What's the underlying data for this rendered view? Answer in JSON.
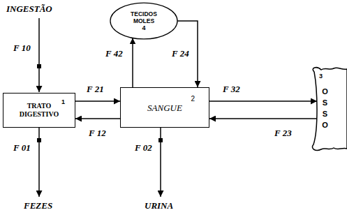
{
  "diagram": {
    "nodes": [
      {
        "text": [
          "TECIDOS MOLES",
          "4"
        ]
      },
      {
        "text": [
          "TRATO DIGESTIVO",
          "1"
        ]
      },
      {
        "text": [
          "SANGUE",
          "2"
        ]
      },
      {
        "text": [
          "3",
          "OSSO"
        ]
      }
    ],
    "edges": [
      {
        "from": 1,
        "to": 2,
        "arrow": "to",
        "label": "F 21"
      },
      {
        "from": 2,
        "to": 1,
        "arrow": "to",
        "label": "F 12"
      },
      {
        "from": 2,
        "to": 0,
        "arrow": "to",
        "label": "F 42"
      },
      {
        "from": 0,
        "to": 2,
        "arrow": "to",
        "label": "F 24"
      },
      {
        "from": 2,
        "to": 3,
        "arrow": "to",
        "label": "F 32"
      },
      {
        "from": 3,
        "to": 2,
        "arrow": "to",
        "label": "F 23"
      }
    ],
    "labels": [
      "INGESTÃO",
      "F 10",
      "F 01",
      "FEZES",
      "F 02",
      "URINA"
    ]
  }
}
